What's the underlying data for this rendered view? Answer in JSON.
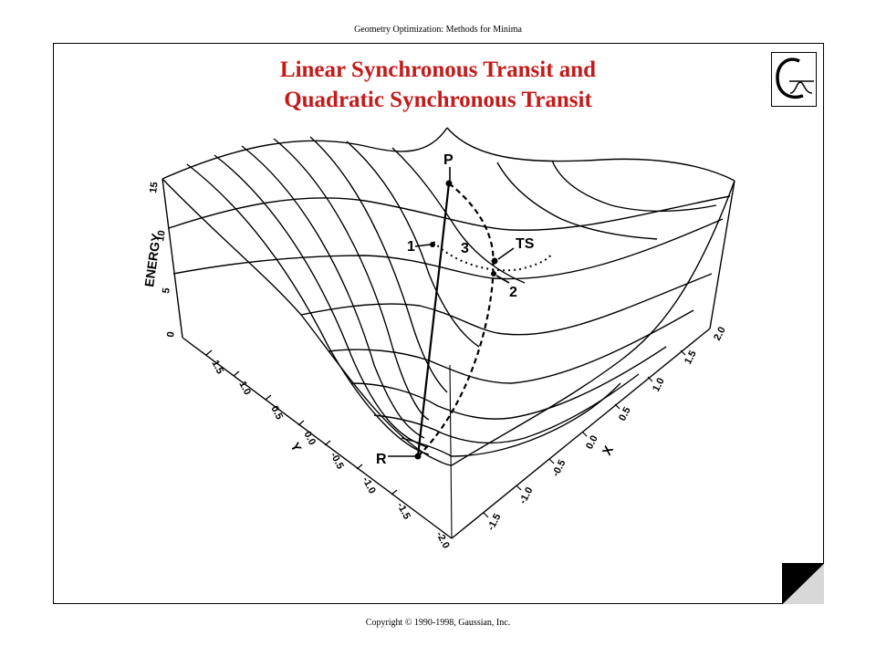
{
  "header": {
    "text": "Geometry Optimization: Methods for Minima"
  },
  "title": {
    "line1": "Linear Synchronous Transit and",
    "line2": "Quadratic Synchronous Transit"
  },
  "footer": {
    "text": "Copyright © 1990-1998, Gaussian, Inc."
  },
  "colors": {
    "title": "#c41a1a",
    "lines": "#000000"
  },
  "diagram": {
    "points": {
      "P": "P",
      "R": "R",
      "TS": "TS",
      "p1": "1",
      "p2": "2",
      "p3": "3"
    },
    "energy_axis": {
      "label": "ENERGY",
      "ticks": [
        "0",
        "5",
        "10",
        "15"
      ]
    },
    "y_axis": {
      "label": "Y",
      "ticks": [
        "1.5",
        "1.0",
        "0.5",
        "0.0",
        "-0.5",
        "-1.0",
        "-1.5",
        "-2.0"
      ]
    },
    "x_axis": {
      "label": "X",
      "ticks": [
        "-1.5",
        "-1.0",
        "-0.5",
        "0.0",
        "0.5",
        "1.0",
        "1.5",
        "2.0"
      ]
    }
  }
}
